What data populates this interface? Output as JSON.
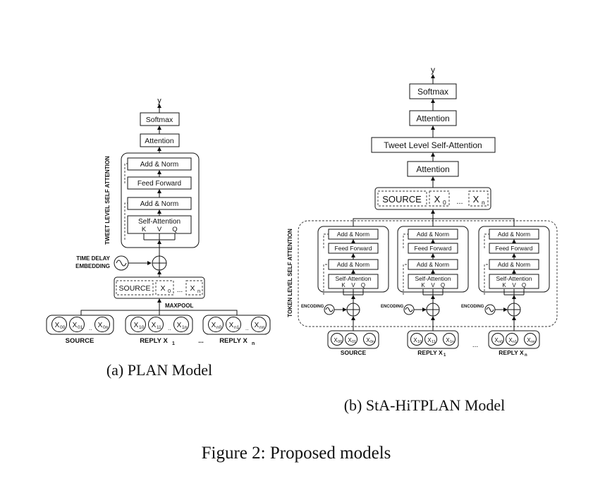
{
  "left": {
    "y": "y",
    "softmax": "Softmax",
    "attention": "Attention",
    "side_label": "TWEET LEVEL SELF ATTENTION",
    "add_norm_top": "Add & Norm",
    "feed_forward": "Feed Forward",
    "add_norm_bottom": "Add & Norm",
    "self_attention": "Self-Attention",
    "k": "K",
    "v": "V",
    "q": "Q",
    "time_delay_1": "TIME DELAY",
    "time_delay_2": "EMBEDDING",
    "source_box": "SOURCE",
    "x0": "X",
    "x0_sub": "0",
    "dots": "...",
    "xn": "X",
    "xn_sub": "n",
    "maxpool": "MAXPOOL",
    "groups": [
      {
        "label": "SOURCE",
        "items": [
          [
            "X",
            "00"
          ],
          [
            "X",
            "01"
          ],
          [
            "X",
            "0n"
          ]
        ]
      },
      {
        "label": "REPLY X",
        "label_sub": "1",
        "items": [
          [
            "X",
            "10"
          ],
          [
            "X",
            "11"
          ],
          [
            "X",
            "1n"
          ]
        ]
      },
      {
        "label": "REPLY X",
        "label_sub": "n",
        "items": [
          [
            "X",
            "n0"
          ],
          [
            "X",
            "n1"
          ],
          [
            "X",
            "nn"
          ]
        ]
      }
    ],
    "caption": "(a) PLAN Model"
  },
  "right": {
    "y": "y",
    "softmax": "Softmax",
    "attention_top": "Attention",
    "tweet_level": "Tweet Level Self-Attention",
    "attention_mid": "Attention",
    "source_box": "SOURCE",
    "x0": "X",
    "x0_sub": "0",
    "dots": "...",
    "xn": "X",
    "xn_sub": "n",
    "side_label": "TOKEN LEVEL SELF ATTENTION",
    "add_norm": "Add & Norm",
    "feed_forward": "Feed Forward",
    "self_attention": "Self-Attention",
    "k": "K",
    "v": "V",
    "q": "Q",
    "encoding": "ENCODING",
    "groups": [
      {
        "label": "SOURCE",
        "items": [
          [
            "X",
            "00"
          ],
          [
            "X",
            "01"
          ],
          [
            "X",
            "0n"
          ]
        ]
      },
      {
        "label": "REPLY X",
        "label_sub": "1",
        "items": [
          [
            "X",
            "10"
          ],
          [
            "X",
            "11"
          ],
          [
            "X",
            "1n"
          ]
        ]
      },
      {
        "label": "REPLY X",
        "label_sub": "n",
        "items": [
          [
            "X",
            "n0"
          ],
          [
            "X",
            "n1"
          ],
          [
            "X",
            "nn"
          ]
        ]
      }
    ],
    "caption": "(b) StA-HiTPLAN Model"
  },
  "figure_caption": "Figure 2: Proposed models",
  "colors": {
    "ink": "#111111",
    "background": "#ffffff"
  }
}
